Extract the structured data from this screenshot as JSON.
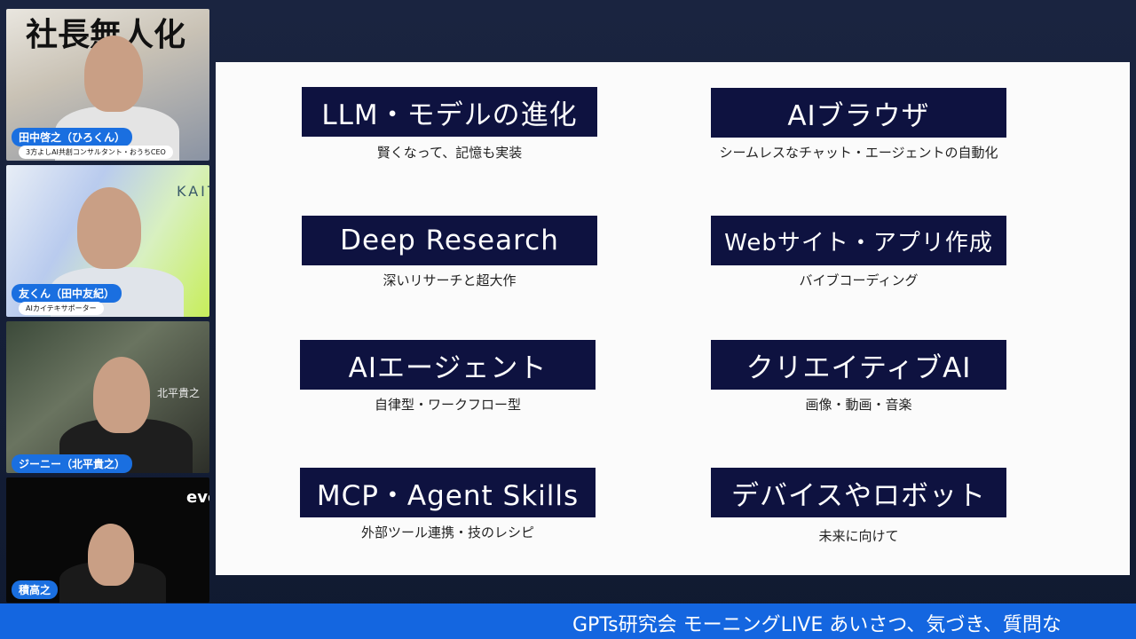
{
  "participants": [
    {
      "name": "田中啓之（ひろくん）",
      "role": "3方よしAI共創コンサルタント・おうちCEO",
      "background_text": "社長無人化"
    },
    {
      "name": "友くん（田中友紀）",
      "role": "AIカイテキサポーター",
      "background_text": "KAITE"
    },
    {
      "name": "ジーニー（北平貴之）",
      "background_text": "北平貴之"
    },
    {
      "name": "積高之",
      "background_text": "evo"
    }
  ],
  "slide": {
    "items": [
      {
        "title": "LLM・モデルの進化",
        "subtitle": "賢くなって、記憶も実装"
      },
      {
        "title": "AIブラウザ",
        "subtitle": "シームレスなチャット・エージェントの自動化"
      },
      {
        "title": "Deep Research",
        "subtitle": "深いリサーチと超大作"
      },
      {
        "title": "Webサイト・アプリ作成",
        "subtitle": "バイブコーディング"
      },
      {
        "title": "AIエージェント",
        "subtitle": "自律型・ワークフロー型"
      },
      {
        "title": "クリエイティブAI",
        "subtitle": "画像・動画・音楽"
      },
      {
        "title": "MCP・Agent Skills",
        "subtitle": "外部ツール連携・技のレシピ"
      },
      {
        "title": "デバイスやロボット",
        "subtitle": "未来に向けて"
      }
    ]
  },
  "ticker": {
    "text": "GPTs研究会 モーニングLIVE あいさつ、気づき、質問な"
  },
  "colors": {
    "box": "#0e1240",
    "ticker": "#1466e0",
    "name_label": "#1a6fe0"
  }
}
